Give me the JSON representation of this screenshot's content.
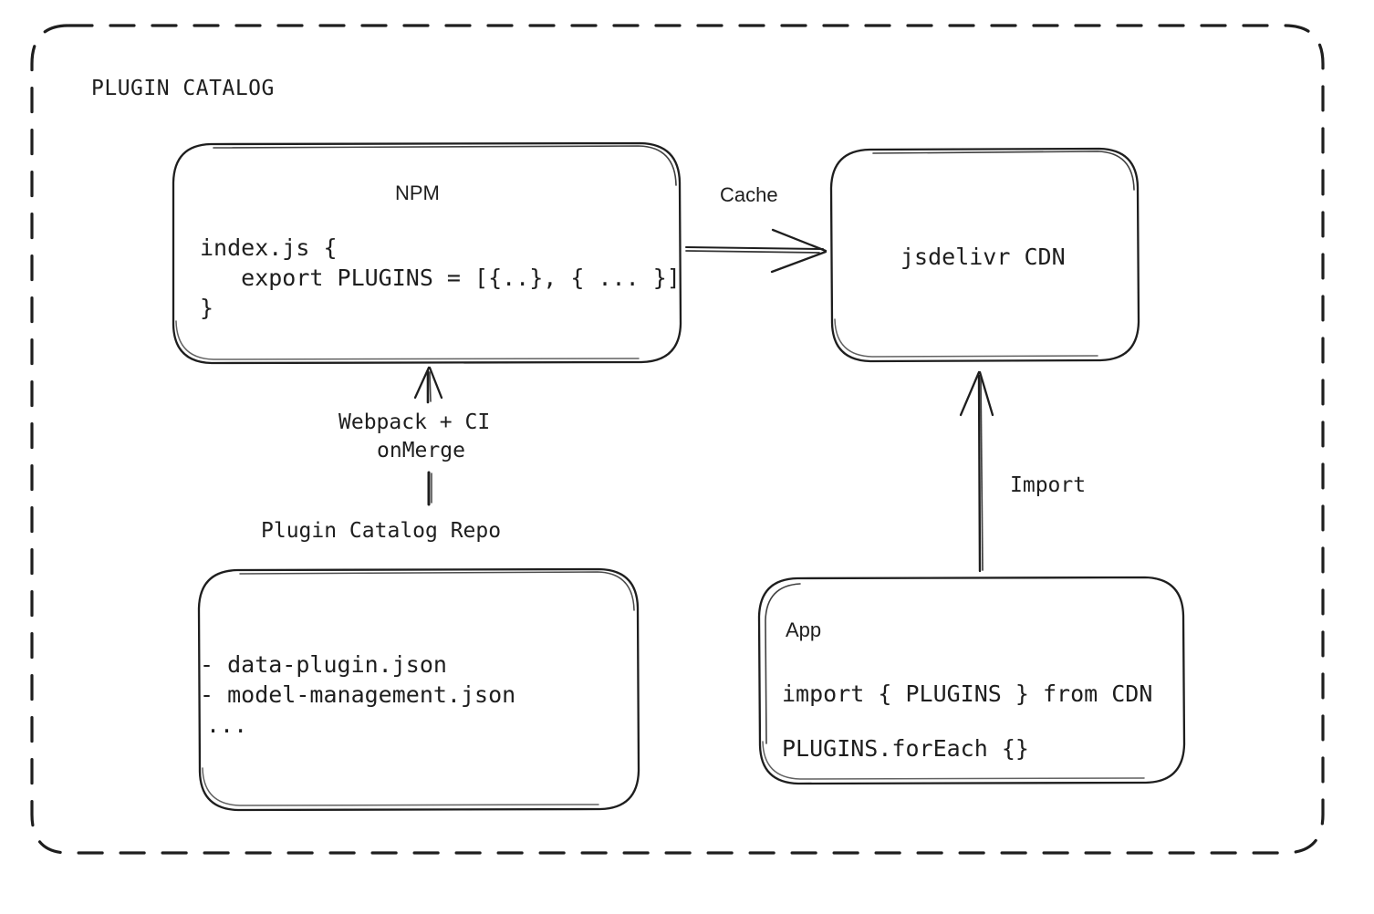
{
  "diagram": {
    "title": "PLUGIN CATALOG",
    "background_color": "#ffffff",
    "stroke_color": "#1e1e1e",
    "nodes": {
      "npm": {
        "title": "NPM",
        "code_line_1": "index.js {",
        "code_line_2": "   export PLUGINS = [{..}, { ... }]",
        "code_line_3": "}"
      },
      "cdn": {
        "title": "jsdelivr CDN"
      },
      "repo": {
        "caption": "Plugin Catalog Repo",
        "file_1": "- data-plugin.json",
        "file_2": "- model-management.json",
        "file_3": "..."
      },
      "app": {
        "title": "App",
        "code_line_1": "import { PLUGINS } from CDN",
        "code_line_2": "PLUGINS.forEach {}"
      }
    },
    "edges": {
      "npm_to_cdn": {
        "label": "Cache"
      },
      "repo_to_npm": {
        "label_line_1": "Webpack + CI",
        "label_line_2": "onMerge"
      },
      "app_to_cdn": {
        "label": "Import"
      }
    }
  }
}
